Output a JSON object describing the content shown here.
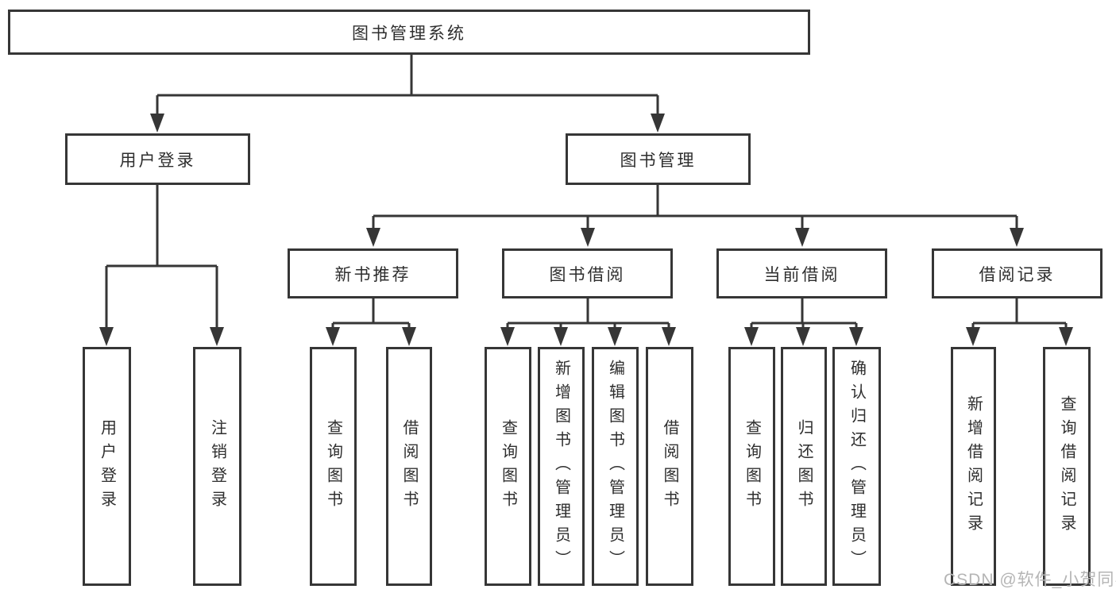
{
  "diagram": {
    "tree": {
      "root": "图书管理系统",
      "children": [
        {
          "label": "用户登录",
          "children": [
            {
              "label": "用户登录"
            },
            {
              "label": "注销登录"
            }
          ]
        },
        {
          "label": "图书管理",
          "children": [
            {
              "label": "新书推荐",
              "children": [
                {
                  "label": "查询图书"
                },
                {
                  "label": "借阅图书"
                }
              ]
            },
            {
              "label": "图书借阅",
              "children": [
                {
                  "label": "查询图书"
                },
                {
                  "label": "新增图书（管理员）"
                },
                {
                  "label": "编辑图书（管理员）"
                },
                {
                  "label": "借阅图书"
                }
              ]
            },
            {
              "label": "当前借阅",
              "children": [
                {
                  "label": "查询图书"
                },
                {
                  "label": "归还图书"
                },
                {
                  "label": "确认归还（管理员）"
                }
              ]
            },
            {
              "label": "借阅记录",
              "children": [
                {
                  "label": "新增借阅记录"
                },
                {
                  "label": "查询借阅记录"
                }
              ]
            }
          ]
        }
      ]
    },
    "watermark": {
      "text": "CSDN @软件_小贺同学"
    },
    "colors": {
      "line": "#363636",
      "box_border": "#363636",
      "text": "#2e2e2e",
      "watermark": "#b5b5b5",
      "background": "#ffffff"
    }
  }
}
